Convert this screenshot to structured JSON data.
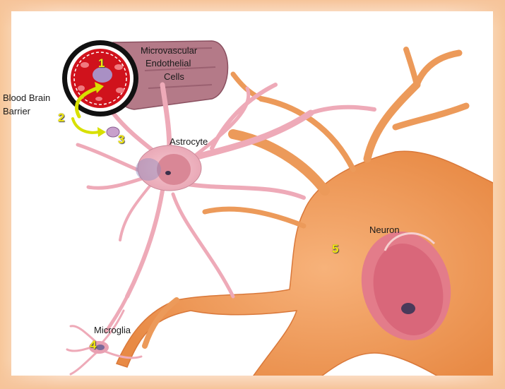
{
  "labels": {
    "microvascular": "Microvascular",
    "endothelial": "Endothelial",
    "cells": "Cells",
    "blood_brain": "Blood Brain",
    "barrier": "Barrier",
    "astrocyte": "Astrocyte",
    "neuron": "Neuron",
    "microglia": "Microglia"
  },
  "markers": [
    "1",
    "2",
    "3",
    "4",
    "5"
  ],
  "colors": {
    "neuron": "#f0a060",
    "astrocyte": "#f2b8c2",
    "vessel": "#b07080",
    "blood": "#d0121c",
    "marker": "#f3e90f",
    "arrow": "#d8e000"
  }
}
